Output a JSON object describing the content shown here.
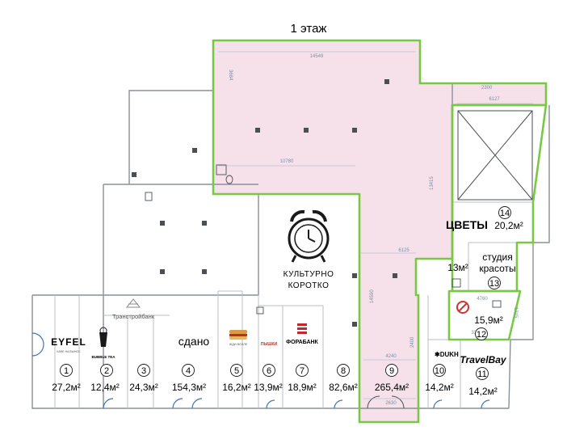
{
  "floor_title": "1 этаж",
  "colors": {
    "highlight_green": "#77c943",
    "pink_fill": "#f6e1ea",
    "wall": "#8a9098",
    "thin_wall": "#b8bdc4",
    "door_blue": "#3f74b5",
    "text": "#1a1a1a"
  },
  "units": [
    {
      "num": "1",
      "area": "27,2м²"
    },
    {
      "num": "2",
      "area": "12,4м²"
    },
    {
      "num": "3",
      "area": "24,3м²"
    },
    {
      "num": "4",
      "area": "154,3м²"
    },
    {
      "num": "5",
      "area": "16,2м²"
    },
    {
      "num": "6",
      "area": "13,9м²"
    },
    {
      "num": "7",
      "area": "18,9м²"
    },
    {
      "num": "8",
      "area": "82,6м²"
    },
    {
      "num": "9",
      "area": "265,4м²"
    },
    {
      "num": "10",
      "area": "14,2м²"
    },
    {
      "num": "11",
      "area": "14,2м²"
    },
    {
      "num": "12",
      "area": "15,9м²"
    },
    {
      "num": "13",
      "area": "13м²"
    },
    {
      "num": "14",
      "area": "20,2м²"
    }
  ],
  "labels": {
    "sdano": "сдано",
    "cvety": "ЦВЕТЫ",
    "studio_line1": "студия",
    "studio_line2": "красоты"
  },
  "brands": {
    "eyfel": "EYFEL",
    "eyfel_sub": "КАФЕ НА ВЫНОС",
    "bubble_tea": "BUBBLE TEA",
    "transstroybank": "Транстройбанк",
    "kulturno_1": "КУЛЬТУРНО",
    "kulturno_2": "КОРОТКО",
    "forabank": "ФОРАБАНК",
    "pyshka": "ПЫШКИ",
    "izhdi": "ЖДИ ВОЗЛЕ",
    "dukh": "DUKH",
    "travelbay": "TravelBay"
  },
  "dimensions": {
    "d1": "14549",
    "d2": "3684",
    "d3": "10780",
    "d4": "13415",
    "d5": "6127",
    "d6": "2300",
    "d7": "6125",
    "d8": "14590",
    "d9": "4240",
    "d10": "2630",
    "d11": "2400",
    "d12": "4760",
    "d13": "3338",
    "d14": "1315"
  }
}
